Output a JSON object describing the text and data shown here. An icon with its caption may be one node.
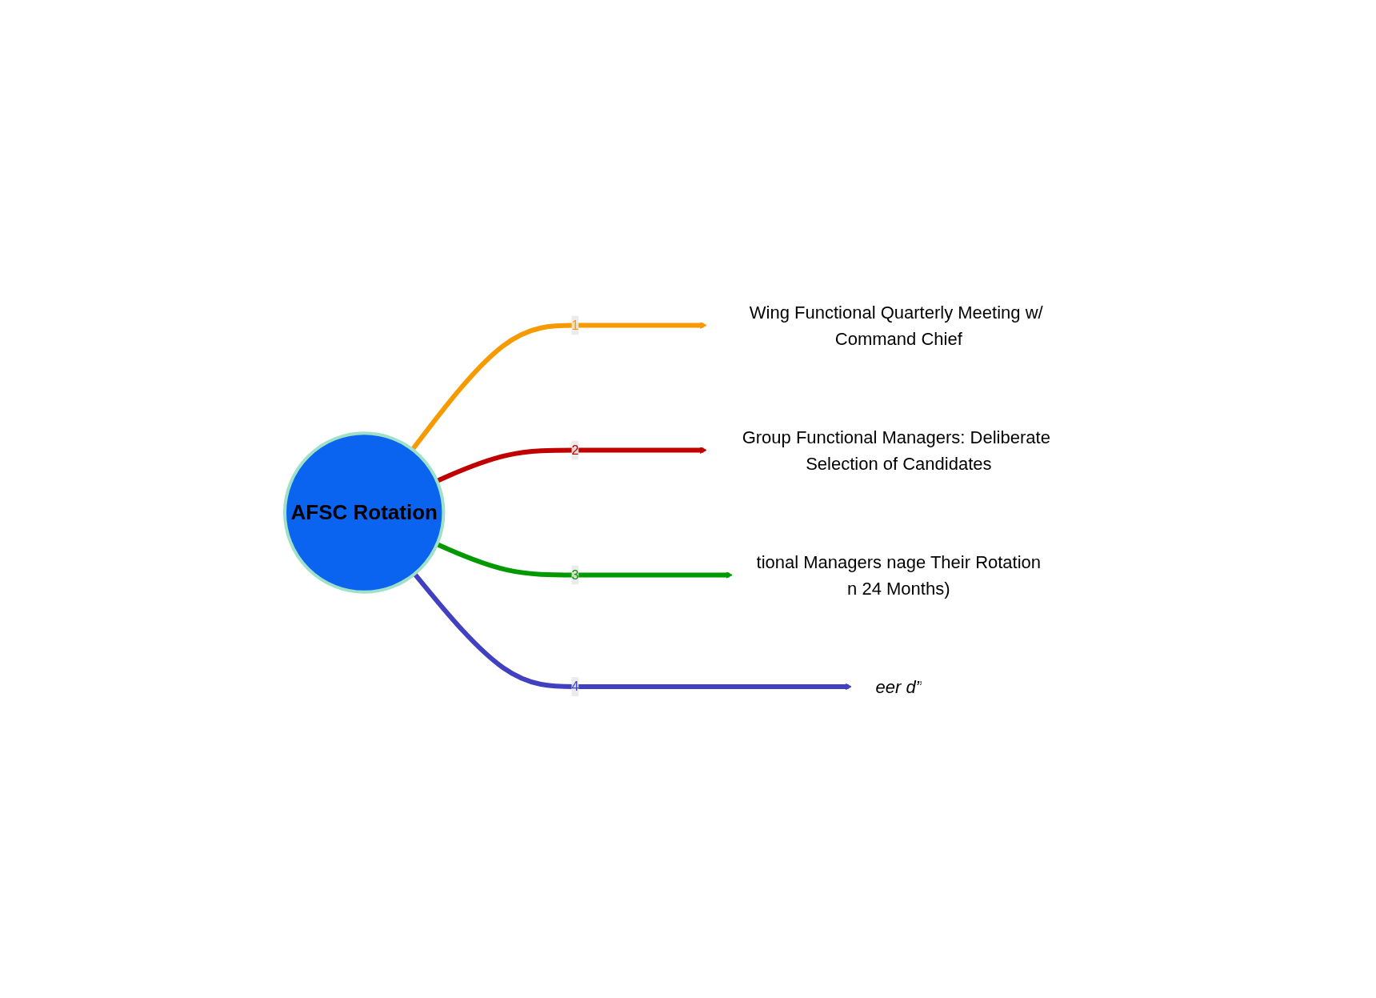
{
  "diagram": {
    "nodes": [
      {
        "text": [
          "AFSC Rotation"
        ]
      },
      {
        "text": [
          "Wing Functional Quarterly Meeting w/ Command Chief"
        ]
      },
      {
        "text": [
          "Group Functional Managers: Deliberate Selection of Candidates"
        ]
      },
      {
        "text": [
          "tional Managers nage Their Rotation",
          "n 24 Months)"
        ]
      },
      {
        "text": [
          "eer d”"
        ]
      }
    ],
    "edges": [
      {
        "from": 0,
        "to": 1,
        "arrow": "to",
        "label": "1",
        "color": "#f79a00"
      },
      {
        "from": 0,
        "to": 2,
        "arrow": "to",
        "label": "2",
        "color": "#c00000"
      },
      {
        "from": 0,
        "to": 3,
        "arrow": "to",
        "label": "3",
        "color": "#009900"
      },
      {
        "from": 0,
        "to": 4,
        "arrow": "to",
        "label": "4",
        "color": "#4040c0"
      }
    ]
  }
}
